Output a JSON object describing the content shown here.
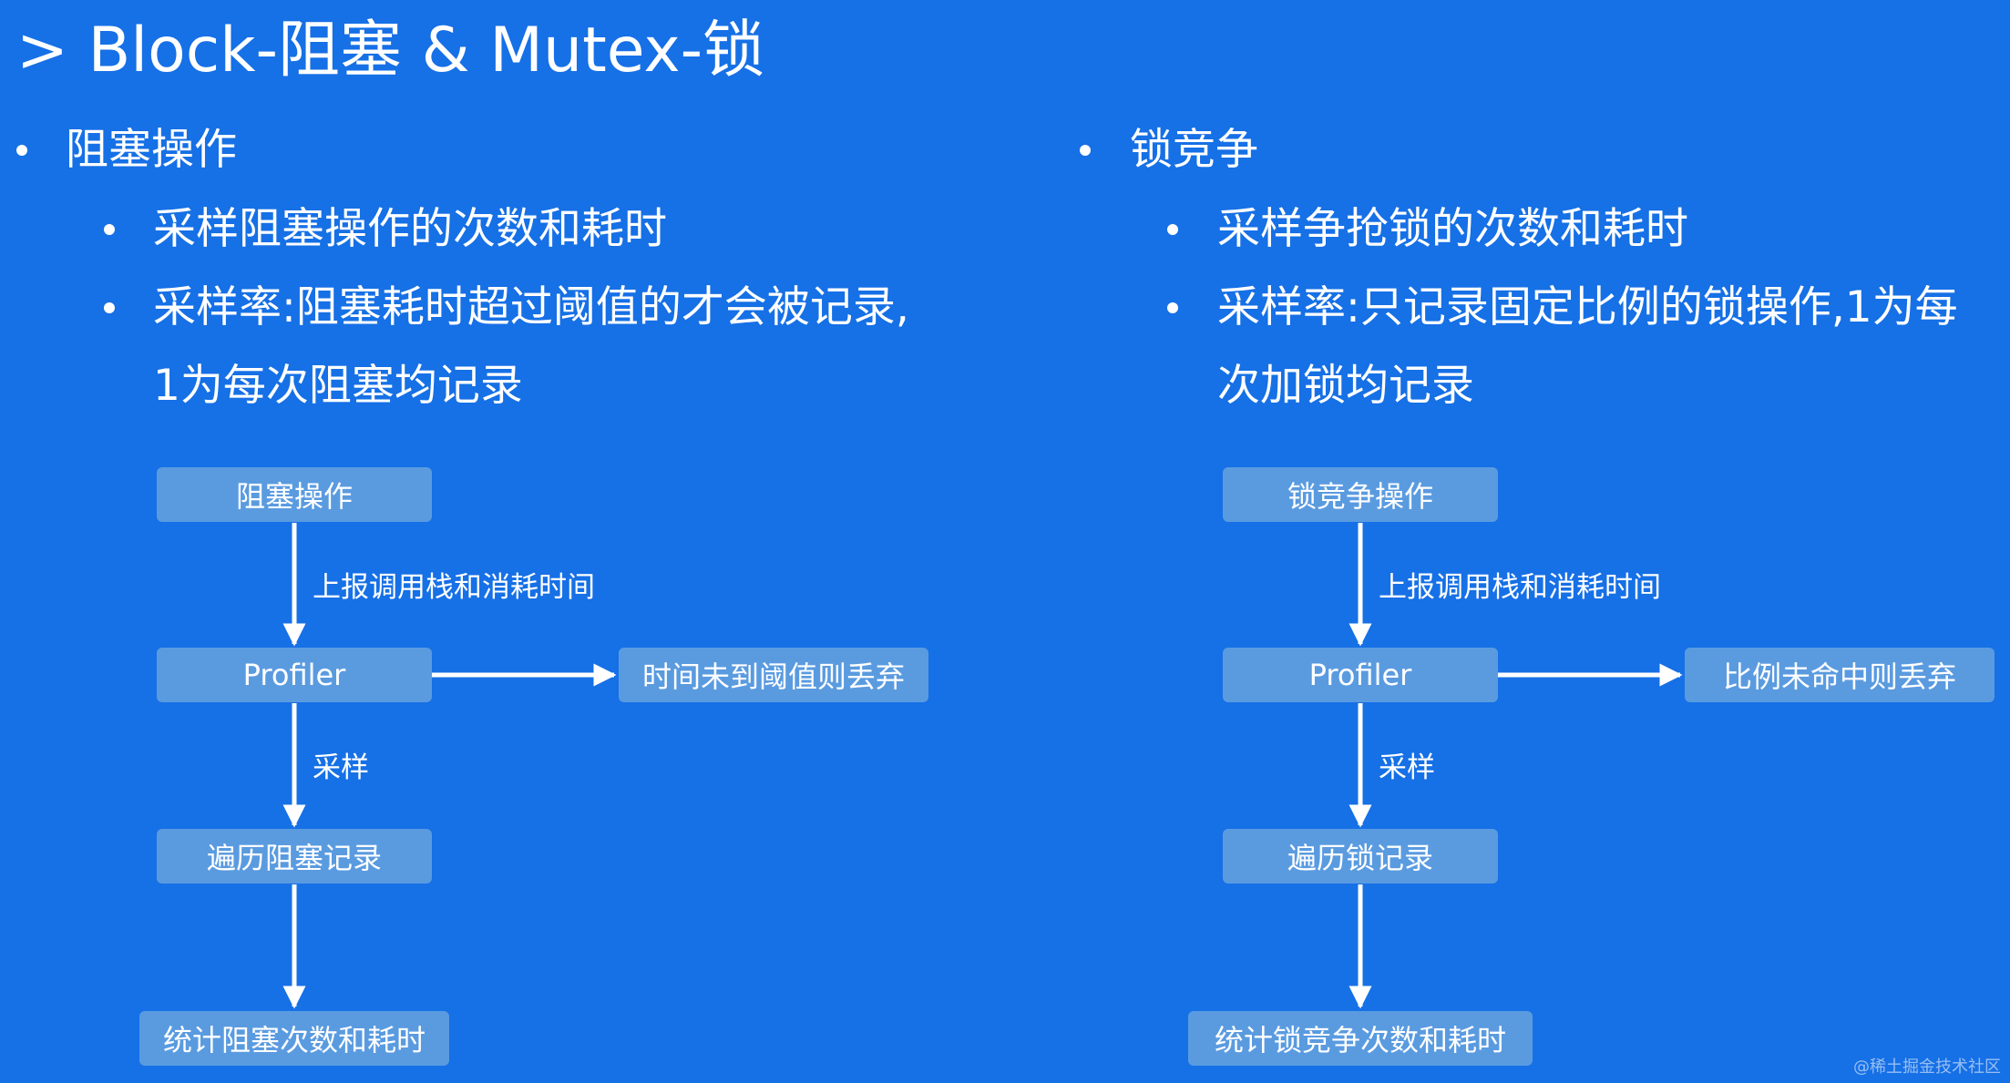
{
  "title": "> Block-阻塞 & Mutex-锁",
  "left": {
    "heading": "阻塞操作",
    "points": [
      "采样阻塞操作的次数和耗时",
      "采样率:阻塞耗时超过阈值的才会被记录,",
      "1为每次阻塞均记录"
    ],
    "flow": {
      "node1": "阻塞操作",
      "edge1": "上报调用栈和消耗时间",
      "node2": "Profiler",
      "side_node": "时间未到阈值则丢弃",
      "edge2": "采样",
      "node3": "遍历阻塞记录",
      "node4": "统计阻塞次数和耗时"
    }
  },
  "right": {
    "heading": "锁竞争",
    "points": [
      "采样争抢锁的次数和耗时",
      "采样率:只记录固定比例的锁操作,1为每",
      "次加锁均记录"
    ],
    "flow": {
      "node1": "锁竞争操作",
      "edge1": "上报调用栈和消耗时间",
      "node2": "Profiler",
      "side_node": "比例未命中则丢弃",
      "edge2": "采样",
      "node3": "遍历锁记录",
      "node4": "统计锁竞争次数和耗时"
    }
  },
  "watermark": "@稀土掘金技术社区",
  "colors": {
    "background": "#1670E6",
    "box": "#5A9BE0",
    "text": "#FFFFFF"
  }
}
